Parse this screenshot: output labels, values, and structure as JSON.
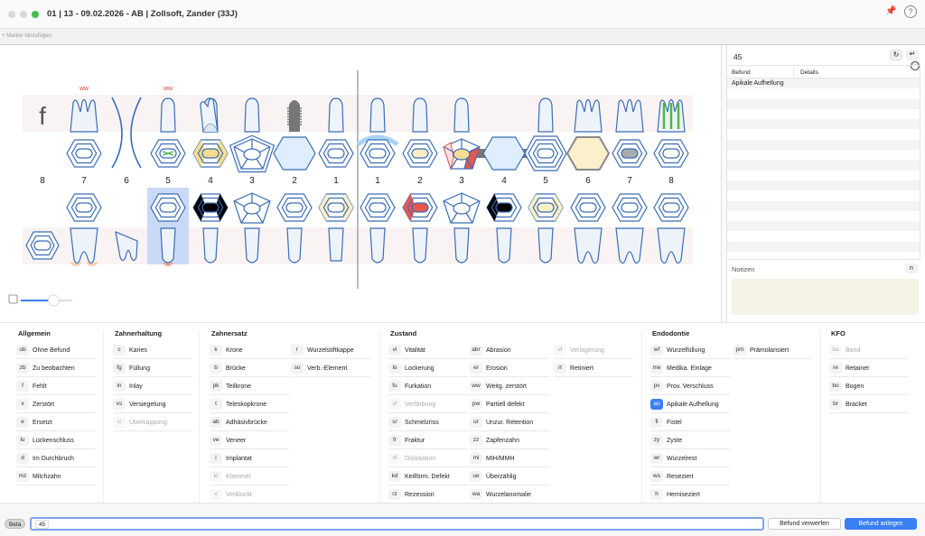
{
  "window": {
    "title": "01 | 13 - 09.02.2026 - AB  | Zollsoft, Zander (33J)",
    "marker_label": "+ Marker hinzufügen",
    "help": "?",
    "pin": "📌",
    "more": "···"
  },
  "chart": {
    "upper_numbers": [
      "8",
      "7",
      "6",
      "5",
      "4",
      "3",
      "2",
      "1",
      "1",
      "2",
      "3",
      "4",
      "5",
      "6",
      "7",
      "8"
    ],
    "upper_labels": [
      "",
      "ww",
      "",
      "ww",
      "",
      "",
      "",
      "",
      "",
      "",
      "",
      "",
      "",
      "",
      "",
      ""
    ],
    "upper_letters": [
      "f",
      "",
      "",
      "",
      "",
      "",
      "",
      "",
      "",
      "",
      "",
      "",
      "",
      "",
      "",
      ""
    ],
    "upper": [
      {
        "root": "none",
        "occ": "none"
      },
      {
        "root": "molar",
        "occ": "normal"
      },
      {
        "root": "gap",
        "occ": "none"
      },
      {
        "root": "pre",
        "occ": "normal",
        "mark": "green"
      },
      {
        "root": "partial",
        "occ": "normal",
        "center": "#f7dd8f",
        "sides": "#f7dd8f"
      },
      {
        "root": "pre",
        "occ": "penta2"
      },
      {
        "root": "implant",
        "occ": "solid",
        "fill": "#deeefc"
      },
      {
        "root": "pre",
        "occ": "normal"
      },
      {
        "root": "pre",
        "occ": "normal",
        "veneer": true
      },
      {
        "root": "pre",
        "occ": "normal",
        "center": "#fbeec5"
      },
      {
        "root": "pre",
        "occ": "penta",
        "center": "#f7dd8f",
        "sides": "#e85650"
      },
      {
        "root": "none",
        "occ": "solid",
        "fill": "#deeefc",
        "bridge": true
      },
      {
        "root": "pre",
        "occ": "double"
      },
      {
        "root": "molar",
        "occ": "solid",
        "fill": "#fcefcc",
        "stroke": "#888"
      },
      {
        "root": "molar",
        "occ": "normal",
        "center": "#aaaaaa"
      },
      {
        "root": "molar",
        "occ": "normal",
        "green": true
      }
    ],
    "lower": [
      {
        "root": "none",
        "occ": "low"
      },
      {
        "root": "lmolar",
        "occ": "normal",
        "tips": "#fcd6b4"
      },
      {
        "root": "tilted",
        "occ": "none"
      },
      {
        "root": "lpre",
        "occ": "normal",
        "tips": "#e8a49a",
        "selected": true
      },
      {
        "root": "lpre",
        "occ": "normal",
        "center": "#000000",
        "sides": "#000000"
      },
      {
        "root": "lpre",
        "occ": "penta"
      },
      {
        "root": "lpre",
        "occ": "normal"
      },
      {
        "root": "lflat",
        "occ": "normal",
        "sides": "#fbeec5"
      },
      {
        "root": "lpre",
        "occ": "normal"
      },
      {
        "root": "lpre",
        "occ": "normal",
        "center": "#e85650",
        "sides": "#e85650"
      },
      {
        "root": "lpre",
        "occ": "penta"
      },
      {
        "root": "lpre",
        "occ": "normal",
        "center": "#000000",
        "sides": "#000000"
      },
      {
        "root": "lpre",
        "occ": "normal",
        "center": "#fbeec5",
        "sides": "#fbeec5"
      },
      {
        "root": "lmolar",
        "occ": "normal"
      },
      {
        "root": "lmolar",
        "occ": "normal"
      },
      {
        "root": "lmolar",
        "occ": "normal"
      }
    ],
    "zoom_level": 0.55
  },
  "panel": {
    "tooth": "45",
    "refresh": "↻",
    "enter": "↵",
    "col_befund": "Befund",
    "col_details": "Details",
    "rows": [
      "Apikale Aufhellung"
    ],
    "notes_label": "Notizen",
    "notes_shortcut": "n"
  },
  "groups": [
    {
      "title": "Allgemein",
      "cols": [
        [
          [
            "ob",
            "Ohne Befund"
          ],
          [
            "zb",
            "Zu beobachten"
          ],
          [
            "f",
            "Fehlt"
          ],
          [
            "x",
            "Zerstört"
          ],
          [
            "e",
            "Ersetzt"
          ],
          [
            "lu",
            "Lückenschluss"
          ],
          [
            "d",
            "Im Durchbruch"
          ],
          [
            "mz",
            "Milchzahn"
          ]
        ]
      ]
    },
    {
      "title": "Zahnerhaltung",
      "cols": [
        [
          [
            "c",
            "Karies"
          ],
          [
            "fg",
            "Füllung"
          ],
          [
            "in",
            "Inlay"
          ],
          [
            "vs",
            "Versiegelung"
          ],
          [
            "u",
            "Überkappung",
            "dis"
          ]
        ]
      ]
    },
    {
      "title": "Zahnersatz",
      "cols": [
        [
          [
            "k",
            "Krone"
          ],
          [
            "b",
            "Brücke"
          ],
          [
            "pk",
            "Teilkrone"
          ],
          [
            "t",
            "Teleskopkrone"
          ],
          [
            "ab",
            "Adhäsivbrücke"
          ],
          [
            "ve",
            "Veneer"
          ],
          [
            "i",
            "Implantat"
          ],
          [
            "kl",
            "Klammer",
            "dis"
          ],
          [
            "v",
            "Verblockt",
            "dis"
          ]
        ],
        [
          [
            "r",
            "Wurzelstiftkappe"
          ],
          [
            "so",
            "Verb.-Element"
          ]
        ]
      ]
    },
    {
      "title": "Zustand",
      "cols": [
        [
          [
            "vi",
            "Vitalität"
          ],
          [
            "lo",
            "Lockerung"
          ],
          [
            "fu",
            "Furkation"
          ],
          [
            "vf",
            "Verfärbung",
            "dis"
          ],
          [
            "sr",
            "Schmelzriss"
          ],
          [
            "fr",
            "Fraktur"
          ],
          [
            "di",
            "Dislokation",
            "dis"
          ],
          [
            "kd",
            "Keilförm. Defekt"
          ],
          [
            "rz",
            "Rezession"
          ]
        ],
        [
          [
            "abr",
            "Abrasion"
          ],
          [
            "er",
            "Erosion"
          ],
          [
            "ww",
            "Weitg. zerstört"
          ],
          [
            "pw",
            "Partiell defekt"
          ],
          [
            "ur",
            "Unzur. Retention"
          ],
          [
            "zz",
            "Zapfenzahn"
          ],
          [
            "mi",
            "MIH/MMH"
          ],
          [
            "ue",
            "Überzählig"
          ],
          [
            "wa",
            "Wurzelanomalie"
          ]
        ],
        [
          [
            "vl",
            "Verlagerung",
            "dis"
          ],
          [
            "rt",
            "Retiniert"
          ]
        ]
      ]
    },
    {
      "title": "Endodontie",
      "cols": [
        [
          [
            "wf",
            "Wurzelfüllung"
          ],
          [
            "me",
            "Medika. Einlage"
          ],
          [
            "pv",
            "Prov. Verschluss"
          ],
          [
            "ao",
            "Apikale Aufhellung",
            "sel"
          ],
          [
            "fi",
            "Fistel"
          ],
          [
            "zy",
            "Zyste"
          ],
          [
            "wr",
            "Wurzelrest"
          ],
          [
            "ws",
            "Reseziert"
          ],
          [
            "h",
            "Hemiseziert"
          ]
        ],
        [
          [
            "pm",
            "Prämolarisiert"
          ]
        ]
      ]
    },
    {
      "title": "KFO",
      "cols": [
        [
          [
            "ba",
            "Band",
            "dis"
          ],
          [
            "re",
            "Retainer"
          ],
          [
            "bo",
            "Bogen"
          ],
          [
            "br",
            "Bracket"
          ]
        ]
      ]
    }
  ],
  "bottom": {
    "beta": "Beta",
    "chip": "45",
    "discard": "Befund verwerfen",
    "create": "Befund anlegen"
  },
  "colors": {
    "accent": "#3a80f3",
    "tooth_stroke": "#3a6db5",
    "tooth_fill": "#eef3fa",
    "band": "#f9f3f3"
  }
}
